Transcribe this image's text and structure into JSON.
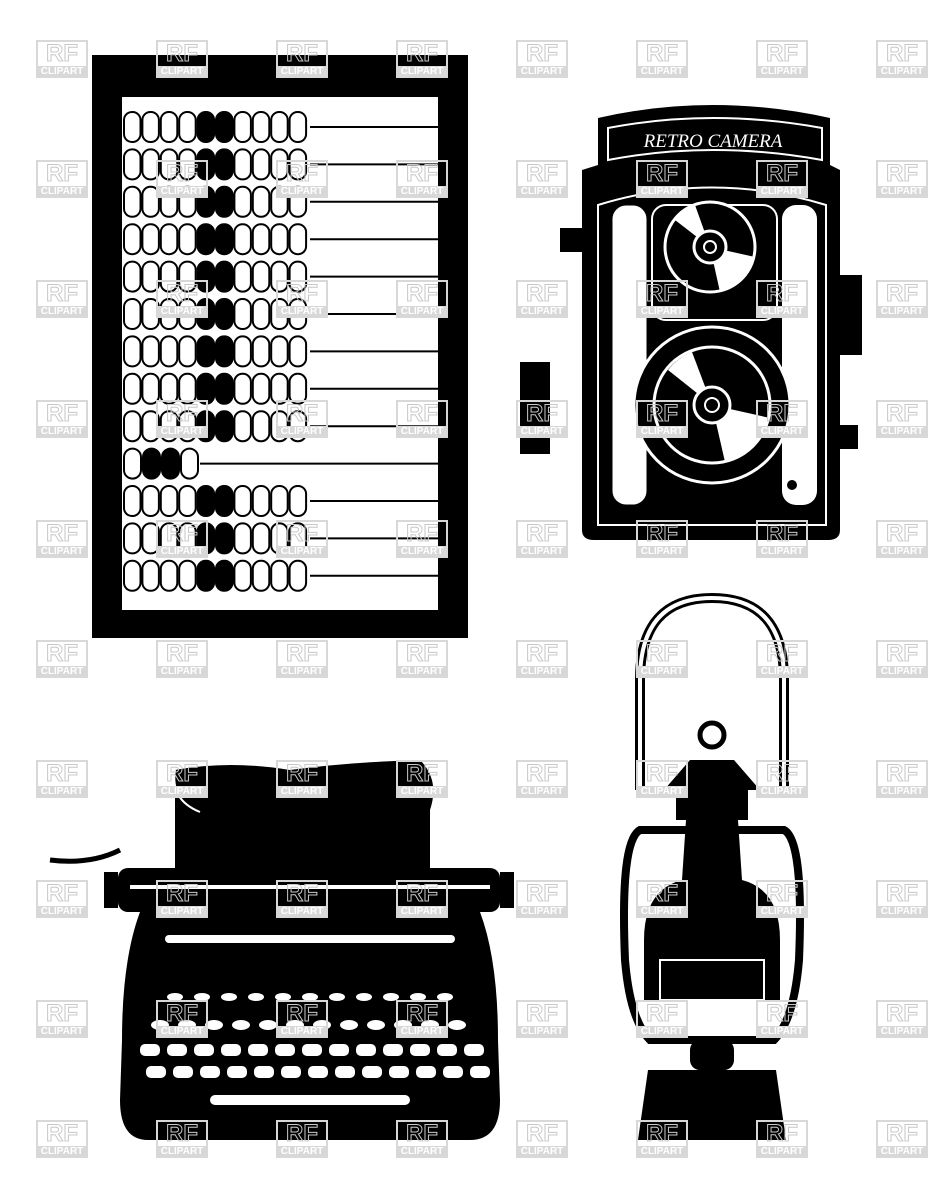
{
  "watermark": {
    "line1": "RF",
    "line2": "CLIPART"
  },
  "camera": {
    "label": "RETRO CAMERA"
  },
  "abacus": {
    "rows": 13,
    "beads_per_row": 10
  },
  "colors": {
    "ink": "#000000",
    "paper": "#ffffff",
    "watermark": "#d0d0d0"
  }
}
